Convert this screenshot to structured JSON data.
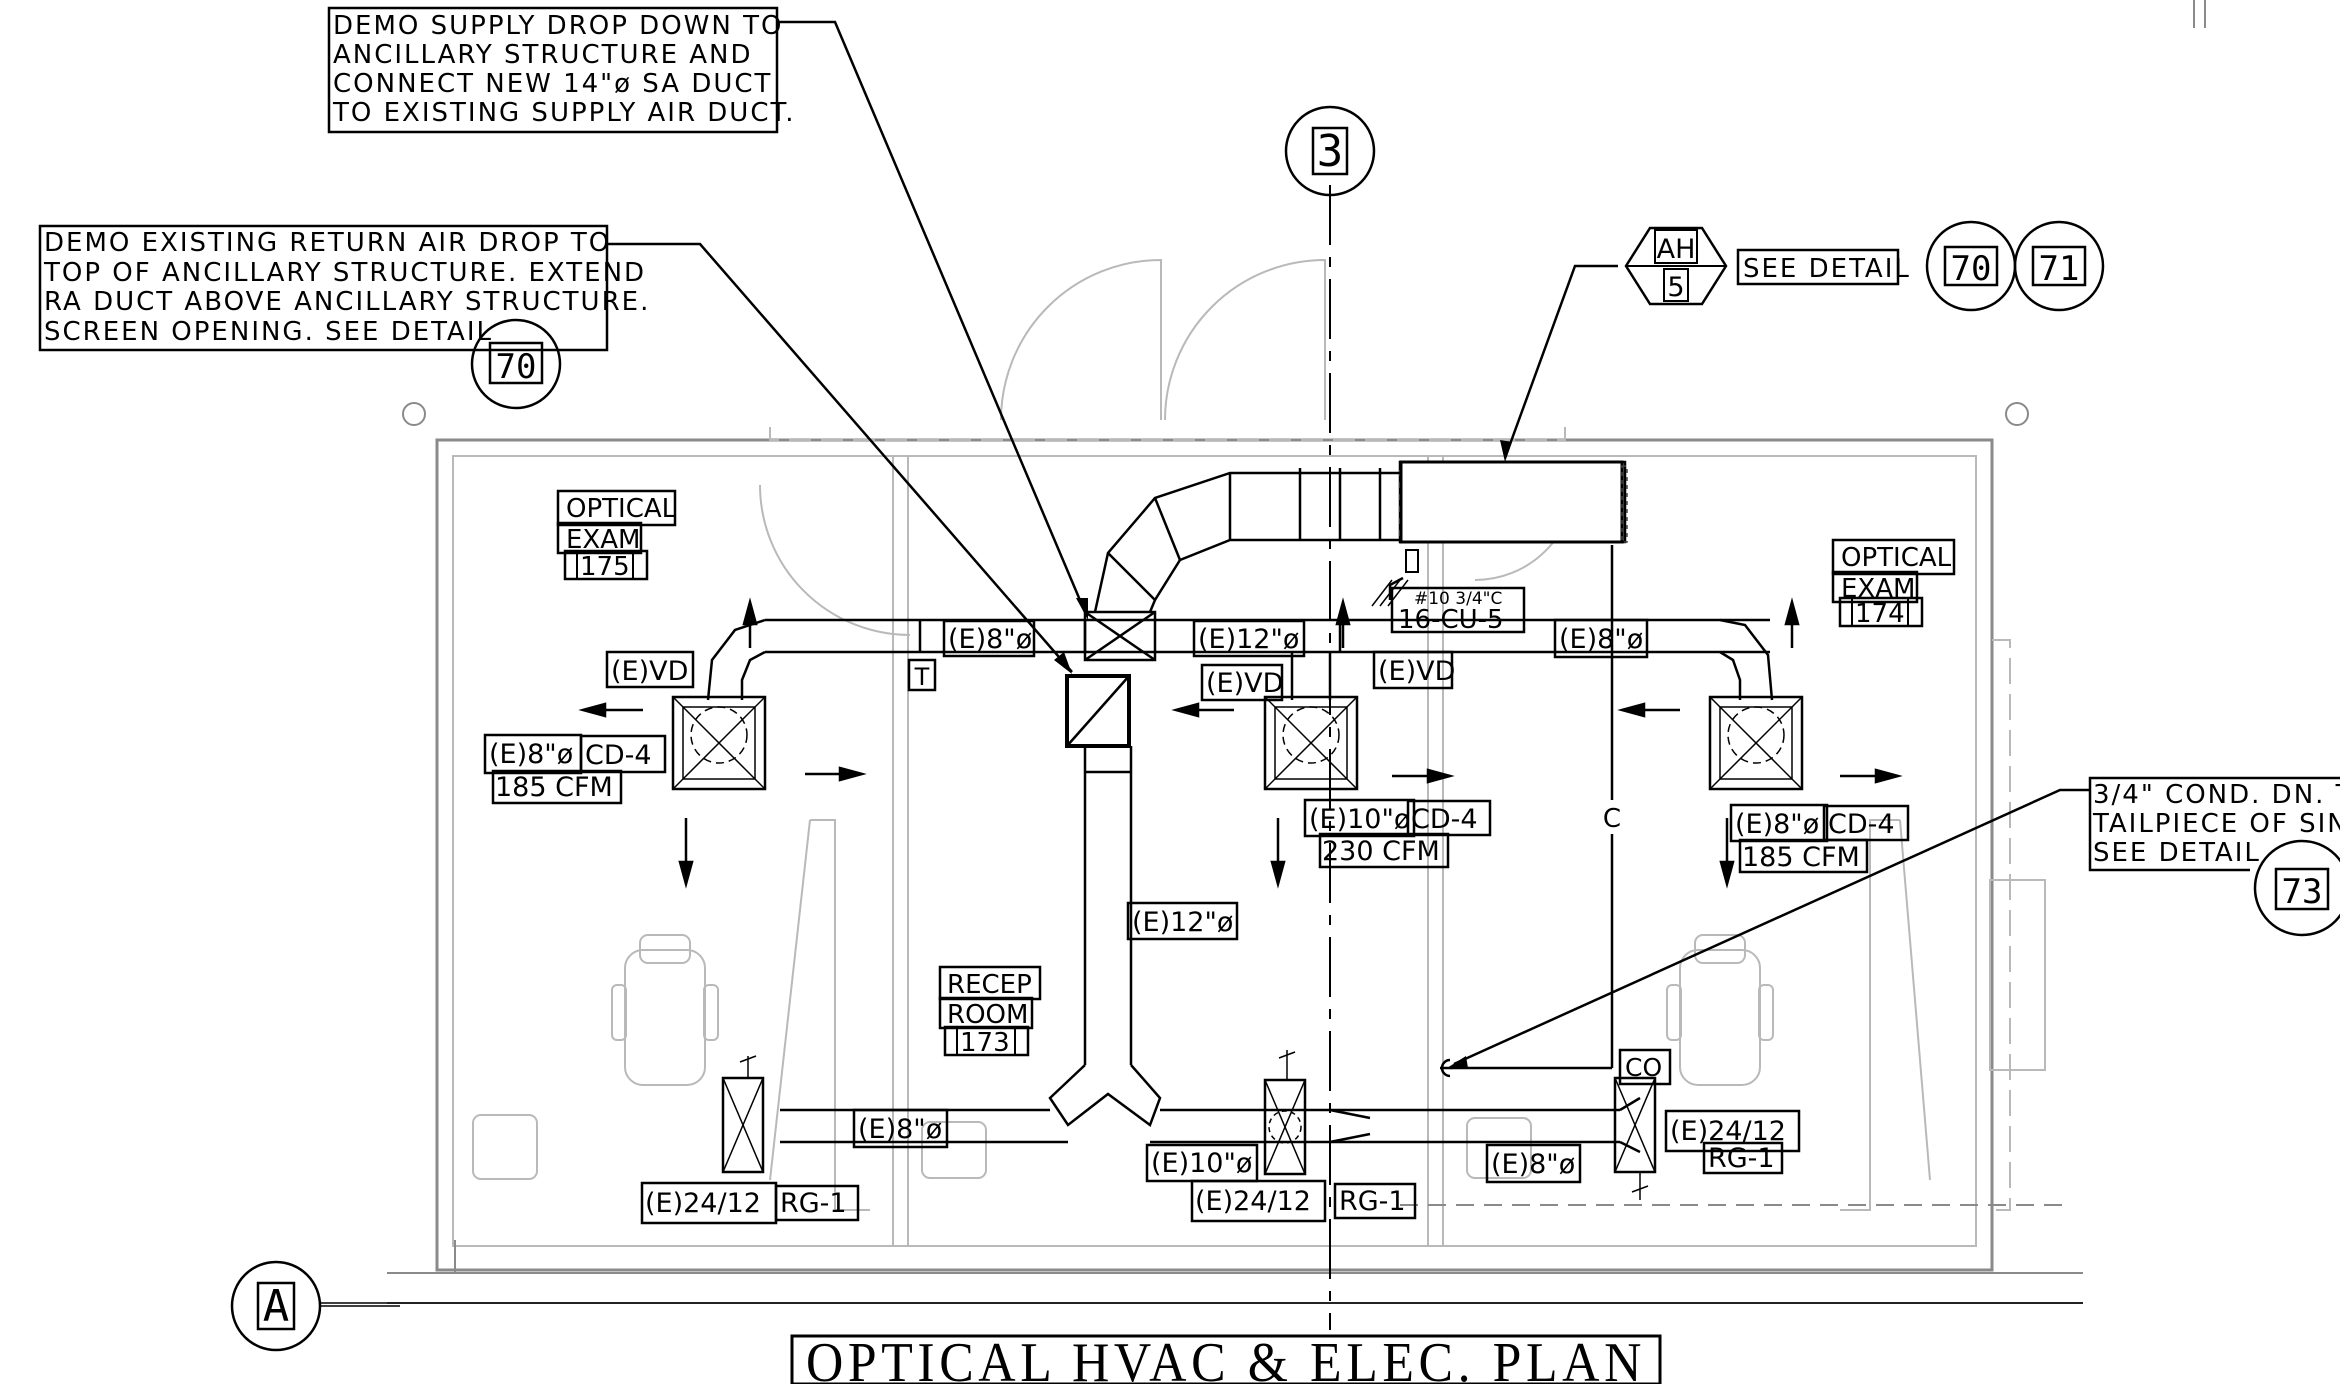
{
  "sheet_title": "OPTICAL HVAC & ELEC. PLAN",
  "grid_bubbles": {
    "column": "3",
    "row": "A"
  },
  "notes": {
    "supply_drop": [
      "DEMO SUPPLY DROP DOWN TO",
      "ANCILLARY STRUCTURE AND",
      "CONNECT NEW 14\"ø SA DUCT",
      "TO EXISTING SUPPLY AIR DUCT."
    ],
    "return_drop": [
      "DEMO EXISTING RETURN AIR DROP TO",
      "TOP OF ANCILLARY STRUCTURE. EXTEND",
      "RA DUCT ABOVE ANCILLARY STRUCTURE.",
      "SCREEN OPENING. SEE DETAIL"
    ],
    "return_drop_detail": "70",
    "condensate": [
      "3/4\" COND. DN. T",
      "TAILPIECE OF SINK",
      "SEE DETAIL"
    ],
    "condensate_detail": "73"
  },
  "air_handler": {
    "tag": "AH",
    "number": "5",
    "see_detail_label": "SEE DETAIL",
    "details": [
      "70",
      "71"
    ],
    "circuit": "#10 3/4\"C",
    "circuit_ref": "16-CU-5"
  },
  "rooms": [
    {
      "name": [
        "OPTICAL",
        "EXAM"
      ],
      "number": "175"
    },
    {
      "name": [
        "RECEP",
        "ROOM"
      ],
      "number": "173"
    },
    {
      "name": [
        "OPTICAL",
        "EXAM"
      ],
      "number": "174"
    }
  ],
  "duct_tags": {
    "main_12": "(E)12\"ø",
    "left_8": "(E)8\"ø",
    "right_8": "(E)8\"ø",
    "center_12": "(E)12\"ø",
    "vd_left": "(E)VD",
    "vd_center": "(E)VD",
    "vd_right": "(E)VD",
    "thermostat": "T",
    "return_left_8": "(E)8\"ø",
    "return_center_10": "(E)10\"ø",
    "return_right_8": "(E)8\"ø",
    "cond_line": "C",
    "cleanout": "CO"
  },
  "diffusers": [
    {
      "size": "(E)8\"ø",
      "type": "CD-4",
      "cfm": "185 CFM"
    },
    {
      "size": "(E)10\"ø",
      "type": "CD-4",
      "cfm": "230 CFM"
    },
    {
      "size": "(E)8\"ø",
      "type": "CD-4",
      "cfm": "185 CFM"
    }
  ],
  "grilles": [
    {
      "size": "(E)24/12",
      "type": "RG-1"
    },
    {
      "size": "(E)24/12",
      "type": "RG-1"
    },
    {
      "size": "(E)24/12",
      "type": "RG-1"
    }
  ]
}
